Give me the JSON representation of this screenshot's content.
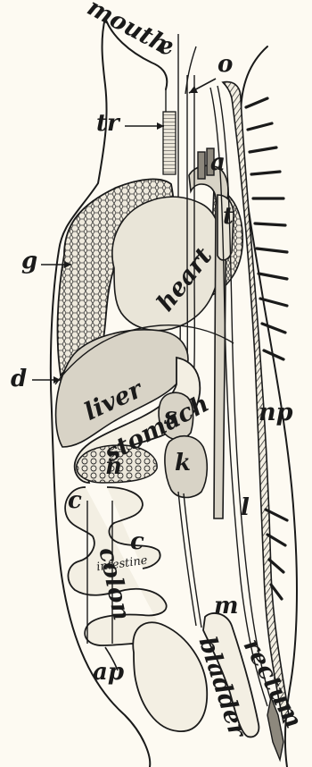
{
  "labels": {
    "mouth": "mouth",
    "e": "e",
    "o": "o",
    "tr": "tr",
    "a": "a",
    "t": "t",
    "heart": "heart",
    "g": "g",
    "d": "d",
    "liver": "liver",
    "stomach": "stomach",
    "s": "s",
    "np": "np",
    "n": "n",
    "k": "k",
    "c_upper": "c",
    "l": "l",
    "colon": "colon",
    "c_lower": "c",
    "intestine": "intestine",
    "m": "m",
    "ap": "ap",
    "bladder": "bladder",
    "rectum": "rectum"
  }
}
